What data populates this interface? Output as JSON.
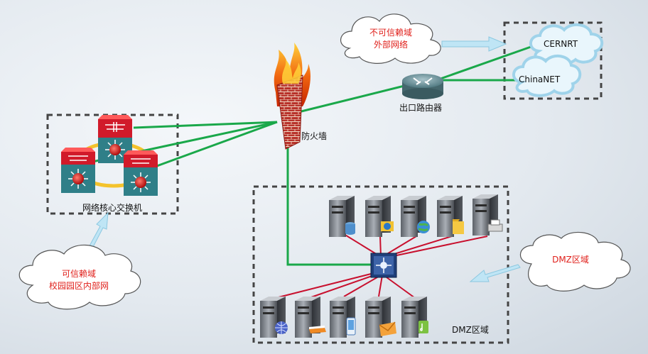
{
  "labels": {
    "untrusted_line1": "不可信赖域",
    "untrusted_line2": "外部网络",
    "cernrt": "CERNRT",
    "chinanet": "ChinaNET",
    "exit_router": "出口路由器",
    "firewall": "防火墙",
    "core_switch": "网络核心交换机",
    "trusted_line1": "可信赖域",
    "trusted_line2": "校园园区内部网",
    "dmz_cloud": "DMZ区域",
    "dmz_zone": "DMZ区域"
  },
  "colors": {
    "link_green": "#1aa84a",
    "dmz_link_red": "#c8102e",
    "annotation_red": "#e0201b",
    "arrow_blue": "#a9d8ee",
    "switch_red": "#c8102e",
    "switch_teal": "#2f7f88",
    "dmz_switch_navy": "#1f3f7a",
    "zone_border": "#444444"
  },
  "icons": {
    "firewall": "firewall-flame-icon",
    "router": "router-icon",
    "core_switches": "layer3-switch-icon",
    "dmz_switch": "multilayer-switch-icon",
    "servers_top": [
      "database-server-icon",
      "file-server-icon",
      "web-server-icon",
      "folder-server-icon",
      "print-server-icon"
    ],
    "servers_bottom": [
      "web-globe-server-icon",
      "book-server-icon",
      "mobile-server-icon",
      "mail-server-icon",
      "media-server-icon"
    ]
  }
}
